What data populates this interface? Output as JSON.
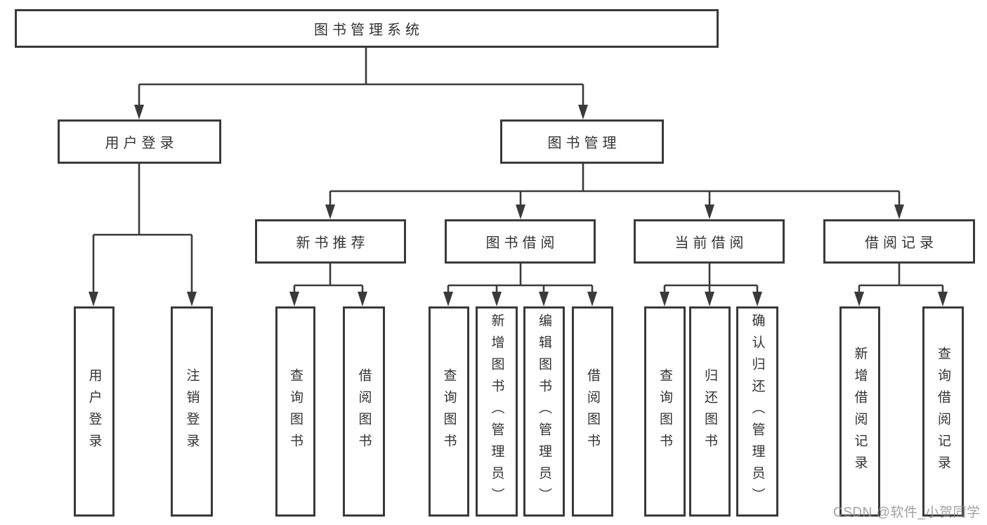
{
  "diagram": {
    "title_node": {
      "label": "图书管理系统"
    },
    "user_login": {
      "label": "用户登录",
      "children": [
        {
          "label": "用户登录"
        },
        {
          "label": "注销登录"
        }
      ]
    },
    "book_management": {
      "label": "图书管理",
      "children": [
        {
          "label": "新书推荐",
          "children": [
            {
              "label": "查询图书"
            },
            {
              "label": "借阅图书"
            }
          ]
        },
        {
          "label": "图书借阅",
          "children": [
            {
              "label": "查询图书"
            },
            {
              "label": "新增图书（管理员）"
            },
            {
              "label": "编辑图书（管理员）"
            },
            {
              "label": "借阅图书"
            }
          ]
        },
        {
          "label": "当前借阅",
          "children": [
            {
              "label": "查询图书"
            },
            {
              "label": "归还图书"
            },
            {
              "label": "确认归还（管理员）"
            }
          ]
        },
        {
          "label": "借阅记录",
          "children": [
            {
              "label": "新增借阅记录"
            },
            {
              "label": "查询借阅记录"
            }
          ]
        }
      ]
    },
    "watermark": "CSDN @软件_小贺同学",
    "colors": {
      "stroke": "#3a3a3a",
      "text": "#333333",
      "watermark": "#919191",
      "background": "#ffffff"
    }
  }
}
